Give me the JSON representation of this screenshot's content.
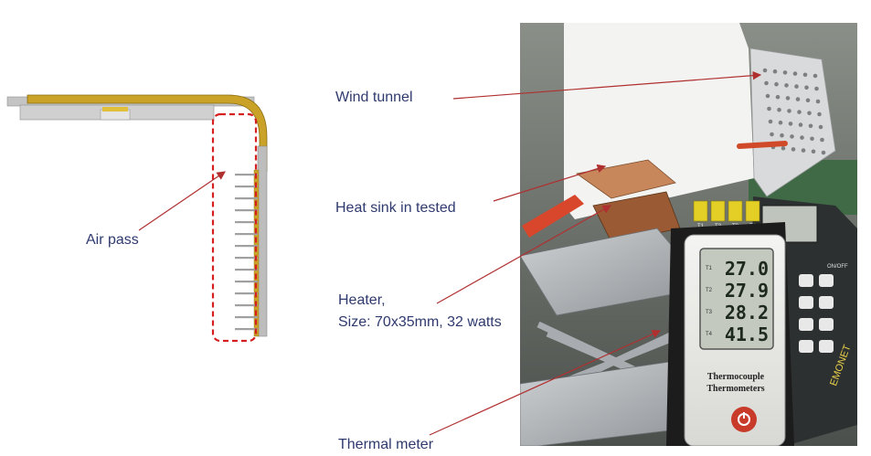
{
  "labels": {
    "air_pass": "Air pass",
    "wind_tunnel": "Wind tunnel",
    "heat_sink": "Heat sink in tested",
    "heater_line1": "Heater,",
    "heater_line2": "Size: 70x35mm, 32 watts",
    "thermal_meter": "Thermal meter"
  },
  "meter": {
    "brand_line1": "Thermocouple",
    "brand_line2": "Thermometers",
    "channels": [
      "T1",
      "T2",
      "T3",
      "T4"
    ],
    "readings": [
      "27.0",
      "27.9",
      "28.2",
      "41.5"
    ],
    "connector_labels": [
      "T1",
      "T2",
      "T3",
      "T4"
    ],
    "back_meter_brand": "EMONET",
    "onoff_label": "ON/OFF"
  },
  "colors": {
    "label_text": "#2f3a6e",
    "arrow": "#b03030",
    "dashed_box": "#d62020",
    "heat_pipe": "#c9a227",
    "fin": "#a0a0a0"
  }
}
